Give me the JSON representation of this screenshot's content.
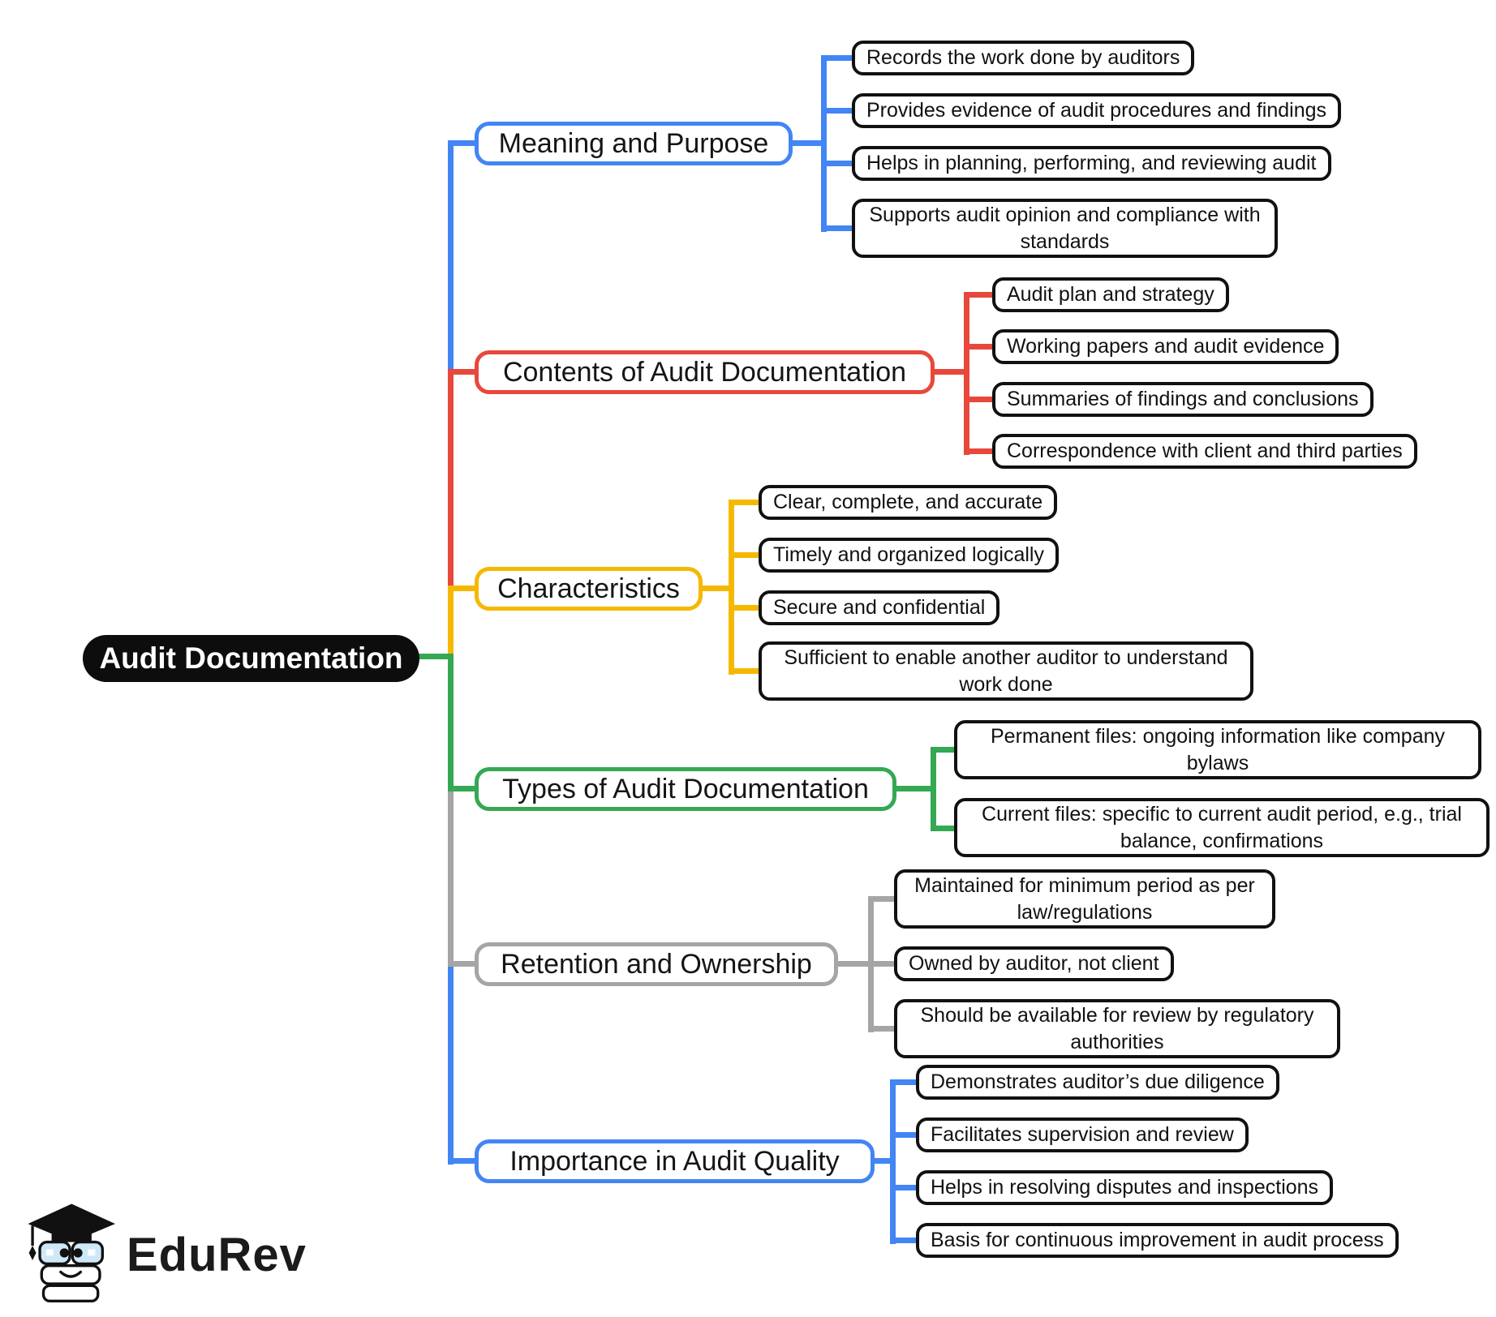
{
  "root": {
    "label": "Audit Documentation",
    "bg_color": "#0d0d0d",
    "text_color": "#ffffff"
  },
  "colors": {
    "blue": "#4285F4",
    "red": "#E8483B",
    "yellow": "#F5B800",
    "green": "#34A853",
    "gray": "#A5A5A5"
  },
  "branches": [
    {
      "label": "Meaning and Purpose",
      "color": "#4285F4",
      "leaves": [
        "Records the work done by auditors",
        "Provides evidence of audit procedures and findings",
        "Helps in planning, performing, and reviewing audit",
        "Supports audit opinion and compliance with standards"
      ]
    },
    {
      "label": "Contents of Audit Documentation",
      "color": "#E8483B",
      "leaves": [
        "Audit plan and strategy",
        "Working papers and audit evidence",
        "Summaries of findings and conclusions",
        "Correspondence with client and third parties"
      ]
    },
    {
      "label": "Characteristics",
      "color": "#F5B800",
      "leaves": [
        "Clear, complete, and accurate",
        "Timely and organized logically",
        "Secure and confidential",
        "Sufficient to enable another auditor to understand work done"
      ]
    },
    {
      "label": "Types of Audit Documentation",
      "color": "#34A853",
      "leaves": [
        "Permanent files: ongoing information like company bylaws",
        "Current files: specific to current audit period, e.g., trial balance, confirmations"
      ]
    },
    {
      "label": "Retention and Ownership",
      "color": "#A5A5A5",
      "leaves": [
        "Maintained for minimum period as per law/regulations",
        "Owned by auditor, not client",
        "Should be available for review by regulatory authorities"
      ]
    },
    {
      "label": "Importance in Audit Quality",
      "color": "#4285F4",
      "leaves": [
        "Demonstrates auditor’s due diligence",
        "Facilitates supervision and review",
        "Helps in resolving disputes and inspections",
        "Basis for continuous improvement in audit process"
      ]
    }
  ],
  "logo": {
    "text": "EduRev"
  }
}
